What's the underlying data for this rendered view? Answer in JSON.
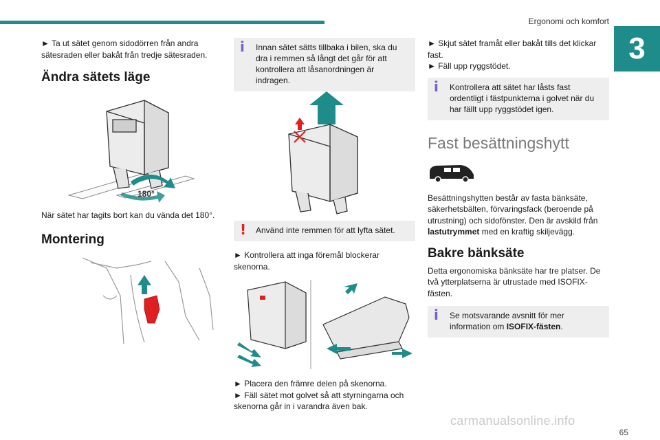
{
  "header": {
    "section_title": "Ergonomi och komfort",
    "chapter_number": "3",
    "accent_color": "#1e8c8a"
  },
  "col1": {
    "intro": "► Ta ut sätet genom sidodörren från andra sätesraden eller bakåt från tredje sätesraden.",
    "heading_change": "Ändra sätets läge",
    "rotate_label": "180°",
    "after_removal": "När sätet har tagits bort kan du vända det 180°.",
    "heading_mounting": "Montering"
  },
  "col2": {
    "info_strap": "Innan sätet sätts tillbaka i bilen, ska du dra i remmen så långt det går för att kontrollera att låsanordningen är indragen.",
    "warn_strap": "Använd inte remmen för att lyfta sätet.",
    "check_rails": "► Kontrollera att inga föremål blockerar skenorna.",
    "place_front": "► Placera den främre delen på skenorna.",
    "fold_seat": "► Fäll sätet mot golvet så att styrningarna och skenorna går in i varandra även bak."
  },
  "col3": {
    "push_seat": "► Skjut sätet framåt eller bakåt tills det klickar fast.",
    "fold_back": "► Fäll upp ryggstödet.",
    "info_locked": "Kontrollera att sätet har låsts fast ordentligt i fästpunkterna i golvet när du har fällt upp ryggstödet igen.",
    "heading_cab": "Fast besättningshytt",
    "cab_text_1": "Besättningshytten består av fasta bänksäte, säkerhetsbälten, förvaringsfack (beroende på utrustning) och sidofönster. Den är avskild från ",
    "cab_text_bold": "lastutrymmet",
    "cab_text_2": " med en kraftig skiljevägg.",
    "heading_bench": "Bakre bänksäte",
    "bench_text": "Detta ergonomiska bänksäte har tre platser. De två ytterplatserna är utrustade med ISOFIX-fästen.",
    "info_isofix_1": "Se motsvarande avsnitt för mer information om ",
    "info_isofix_bold": "ISOFIX-fästen",
    "info_isofix_2": "."
  },
  "icons": {
    "info": "info-icon",
    "warning": "warning-icon"
  },
  "footer": {
    "page_number": "65",
    "watermark": "carmanualsonline.info"
  }
}
